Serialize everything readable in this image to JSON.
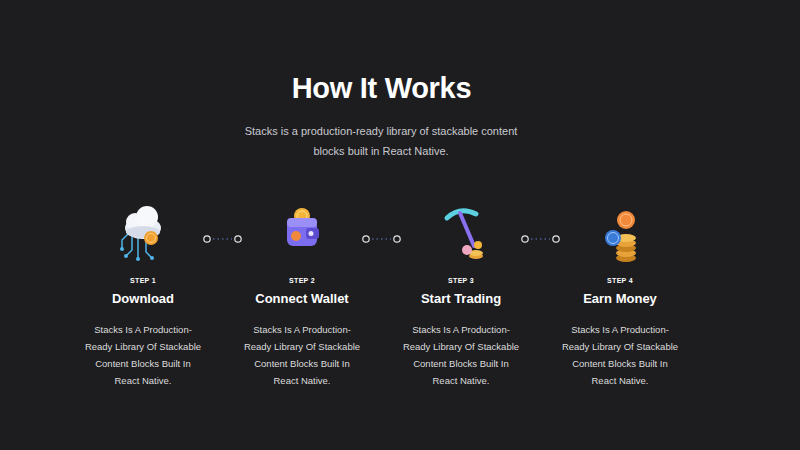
{
  "diagram": {
    "title": "How It Works",
    "nodes": [
      {
        "text": [
          "STEP 1",
          "Download",
          "Stacks Is A Production-Ready Library Of Stackable Content Blocks Built In React Native."
        ]
      },
      {
        "text": [
          "STEP 2",
          "Connect Wallet",
          "Stacks Is A Production-Ready Library Of Stackable Content Blocks Built In React Native."
        ]
      },
      {
        "text": [
          "STEP 3",
          "Start Trading",
          "Stacks Is A Production-Ready Library Of Stackable Content Blocks Built In React Native."
        ]
      },
      {
        "text": [
          "STEP 4",
          "Earn Money",
          "Stacks Is A Production-Ready Library Of Stackable Content Blocks Built In React Native."
        ]
      }
    ],
    "edges": [
      {
        "from": 0,
        "to": 1,
        "arrow": "none"
      },
      {
        "from": 1,
        "to": 2,
        "arrow": "none"
      },
      {
        "from": 2,
        "to": 3,
        "arrow": "none"
      }
    ],
    "labels": [
      "Stacks is a production-ready library of stackable content blocks built in React Native."
    ]
  }
}
